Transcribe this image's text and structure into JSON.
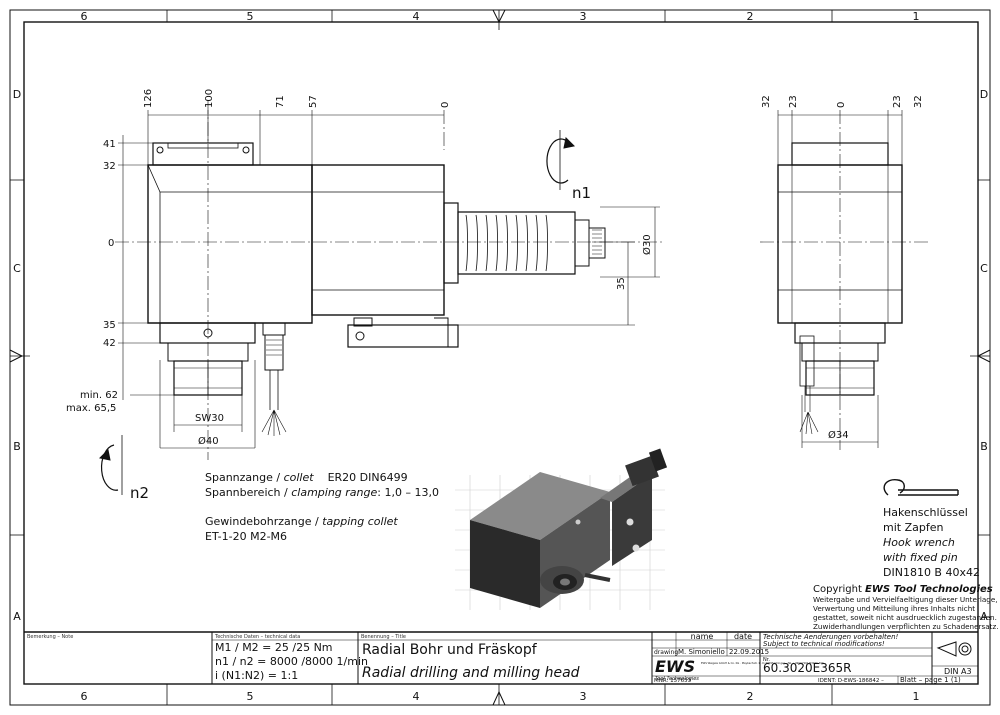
{
  "frame": {
    "col_labels": [
      "6",
      "5",
      "4",
      "3",
      "2",
      "1"
    ],
    "row_labels": [
      "D",
      "C",
      "B",
      "A"
    ]
  },
  "front_view": {
    "dims_top": [
      "126",
      "100",
      "71",
      "57",
      "0"
    ],
    "dims_left": [
      "41",
      "32",
      "0",
      "35",
      "42",
      "min. 62",
      "max. 65,5"
    ],
    "dim_35_right": "35",
    "dim_d30": "Ø30",
    "dim_sw30": "SW30",
    "dim_d40": "Ø40",
    "label_n1": "n1",
    "label_n2": "n2"
  },
  "side_view": {
    "dims_top": [
      "32",
      "23",
      "0",
      "23",
      "32"
    ],
    "dim_d34": "Ø34"
  },
  "notes": {
    "collet_label": "Spannzange / ",
    "collet_label_en": "collet",
    "collet_value": "ER20   DIN6499",
    "clamp_label": "Spannbereich / ",
    "clamp_label_en": "clamping range",
    "clamp_value": ": 1,0 – 13,0",
    "tap_label": "Gewindebohrzange / ",
    "tap_label_en": "tapping collet",
    "tap_value": "ET-1-20   M2-M6"
  },
  "wrench": {
    "line1": "Hakenschlüssel",
    "line2": "mit Zapfen",
    "line3": "Hook wrench",
    "line4": "with fixed pin",
    "line5": "DIN1810 B 40x42"
  },
  "copyright": {
    "title_prefix": "Copyright ",
    "brand": "EWS Tool Technologies",
    "line1": "Weitergabe und Vervielfaeltigung dieser Unterlage,",
    "line2": "Verwertung und Mitteilung ihres Inhalts nicht",
    "line3": "gestattet, soweit nicht ausdruecklich zugestanden.",
    "line4": "Zuwiderhandlungen verpflichten zu Schadenersatz."
  },
  "title_block": {
    "remark_label": "Bemerkung – Note",
    "tech_label": "Technische Daten – technical data",
    "torque": "M1 / M2 = 25  /25  Nm",
    "speed": "n1 / n2 = 8000 /8000  1/min",
    "ratio": "i  (N1:N2) = 1:1",
    "title_label": "Benennung – Title",
    "title_de": "Radial Bohr und Fräskopf",
    "title_en": "Radial drilling and milling head",
    "col_name": "name",
    "col_date": "date",
    "row_drawing": "drawing",
    "drawer": "M. Simoniello",
    "date": "22.09.2015",
    "logo": "EWS",
    "logo_sub": "Tool Technologies",
    "company_addr": "EWS Weigele GmbH & Co. KG · Maybachstr. 1 · D-73095 Uhingen · Tel. +49(0)7161/93040-700",
    "change_de": "Technische Aenderungen vorbehalten!",
    "change_en": "Subject to technical modifications!",
    "nr_label": "Nr.",
    "part_number": "60.3020E365R",
    "mnr": "MNR: 157653",
    "ident": "IDENT: D-EWS-186842 –",
    "sheet": "Blatt – page  1 (1)",
    "format": "DIN A3"
  },
  "colors": {
    "line": "#111111",
    "render_dark": "#2a2a2a",
    "render_mid": "#555555",
    "render_light": "#8a8a8a"
  }
}
